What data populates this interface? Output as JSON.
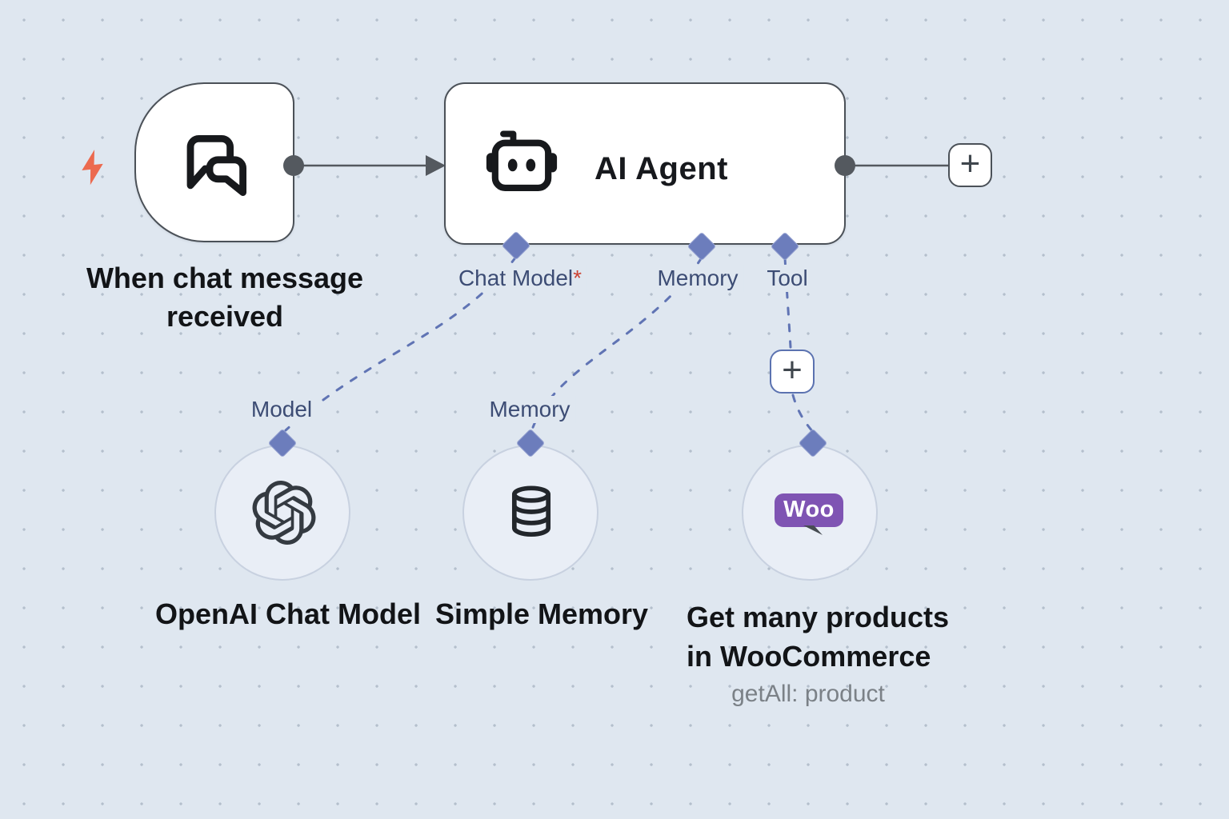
{
  "app": "workflow-canvas",
  "colors": {
    "canvas_bg": "#dfe7f0",
    "grid_dot": "#b4bfcc",
    "node_border": "#4b5158",
    "wire": "#54595f",
    "connector_blue": "#6074b4",
    "diamond_fill": "#6c7dbc",
    "port_label_blue": "#3c4c74",
    "required_red": "#cc4334",
    "trigger_bolt_orange": "#ec6a4f",
    "woo_purple": "#7f54b3",
    "text_dark": "#121417",
    "text_muted": "#7b8187",
    "subnode_fill": "#e9eef6",
    "subnode_border": "#c8d1e0"
  },
  "trigger": {
    "label_lines": [
      "When chat message",
      "received"
    ],
    "icon": "chat-bubbles-icon",
    "badge_icon": "lightning-bolt-icon"
  },
  "agent": {
    "title": "AI Agent",
    "icon": "robot-icon",
    "inputs": [
      {
        "label": "Chat Model",
        "required_marker": "*"
      },
      {
        "label": "Memory",
        "required_marker": ""
      },
      {
        "label": "Tool",
        "required_marker": ""
      }
    ]
  },
  "plus": {
    "output": "+",
    "tool": "+"
  },
  "subnodes": [
    {
      "port_label": "Model",
      "title": "OpenAI Chat Model",
      "icon": "openai-logo"
    },
    {
      "port_label": "Memory",
      "title": "Simple Memory",
      "icon": "database-icon"
    },
    {
      "title_lines": [
        "Get many products",
        "in WooCommerce"
      ],
      "subtitle": "getAll: product",
      "icon": "woocommerce-logo",
      "logo_text": "Woo"
    }
  ]
}
